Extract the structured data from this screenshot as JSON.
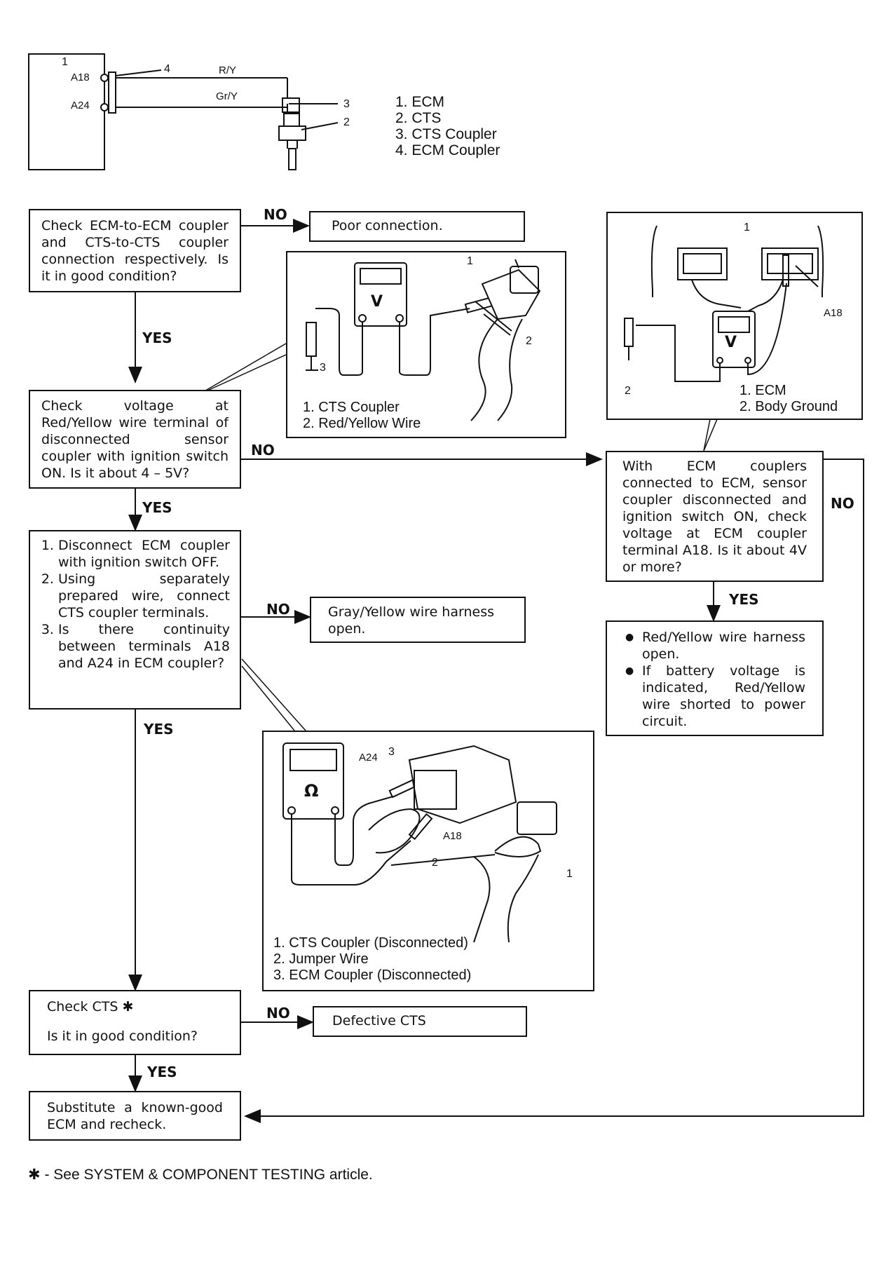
{
  "schematic": {
    "ecm_number": "1",
    "terminal_a18": "A18",
    "terminal_a24": "A24",
    "wire_top_label": "R/Y",
    "wire_bottom_label": "Gr/Y",
    "callout_4": "4",
    "callout_3": "3",
    "callout_2": "2"
  },
  "legend_top": [
    "1. ECM",
    "2. CTS",
    "3. CTS Coupler",
    "4. ECM Coupler"
  ],
  "flow": {
    "box1": "Check ECM-to-ECM coupler and CTS-to-CTS coupler connection respectively. Is it in good condition?",
    "box1_no_result": "Poor connection.",
    "box2": "Check voltage at Red/Yellow wire terminal of disconnected sensor coupler with ignition switch ON. Is it about 4 – 5V?",
    "box3_steps": [
      "Disconnect ECM coupler with ignition switch OFF.",
      "Using separately prepared wire, connect CTS coupler terminals.",
      "Is there continuity between terminals A18 and A24 in ECM coupler?"
    ],
    "box3_no_result": "Gray/Yellow wire harness open.",
    "box4_line1": "Check CTS",
    "box4_line2": "Is it in good condition?",
    "box4_no_result": "Defective CTS",
    "box5": "Substitute a known-good ECM and recheck.",
    "right_box": "With ECM couplers connected to ECM, sensor coupler disconnected and ignition switch ON, check voltage at ECM coupler terminal A18. Is it about 4V or more?",
    "right_result": [
      "Red/Yellow wire harness open.",
      "If battery voltage is indicated, Red/Yellow wire shorted to power circuit."
    ],
    "yes": "YES",
    "no": "NO"
  },
  "fig1": {
    "meter_symbol": "V",
    "callout_1": "1",
    "callout_2": "2",
    "callout_3": "3",
    "legend": [
      "1. CTS Coupler",
      "2. Red/Yellow Wire"
    ]
  },
  "fig2": {
    "meter_symbol": "V",
    "callout_1": "1",
    "callout_2": "2",
    "terminal": "A18",
    "legend": [
      "1. ECM",
      "2. Body Ground"
    ]
  },
  "fig3": {
    "meter_symbol": "Ω",
    "terminal_a24": "A24",
    "terminal_a18": "A18",
    "callout_1": "1",
    "callout_2": "2",
    "callout_3": "3",
    "legend": [
      "1. CTS Coupler (Disconnected)",
      "2. Jumper Wire",
      "3. ECM Coupler (Disconnected)"
    ]
  },
  "footnote": {
    "symbol": "✱",
    "text": "- See SYSTEM   & COMPONENT TESTING article."
  }
}
